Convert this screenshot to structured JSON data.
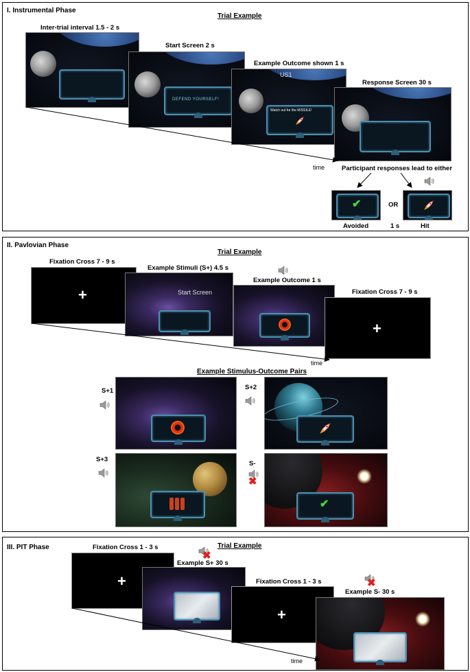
{
  "phase1": {
    "title": "I.  Instrumental Phase",
    "trial_title": "Trial Example",
    "screens": {
      "iti": "Inter-trial interval 1.5 - 2 s",
      "start": "Start Screen 2 s",
      "outcome": "Example Outcome shown 1 s",
      "response": "Response Screen 30 s"
    },
    "start_screen_text": "DEFEND YOURSELF!",
    "outcome_screen_text": "Watch out for the MISSILE!",
    "outcome_screen_header": "US1",
    "time_label": "time",
    "responses_label": "Participant responses lead to either",
    "avoided_label": "Avoided",
    "or_label": "OR",
    "hit_label": "Hit",
    "one_sec_label": "1 s"
  },
  "phase2": {
    "title": "II.  Pavlovian Phase",
    "trial_title": "Trial Example",
    "screens": {
      "fix1": "Fixation Cross 7 - 9 s",
      "stimuli": "Example Stimuli (S+) 4.5 s",
      "outcome": "Example Outcome 1 s",
      "fix2": "Fixation Cross 7 - 9 s"
    },
    "stimuli_screen_text": "Start Screen",
    "time_label": "time",
    "pairs_title": "Example Stimulus-Outcome Pairs",
    "pairs": [
      "S+1",
      "S+2",
      "S+3",
      "S-"
    ]
  },
  "phase3": {
    "title": "III.  PIT Phase",
    "trial_title": "Trial Example",
    "screens": {
      "fix1": "Fixation Cross 1 - 3 s",
      "splus": "Example S+ 30 s",
      "fix2": "Fixation Cross 1 - 3 s",
      "sminus": "Example S- 30 s"
    },
    "time_label": "time"
  },
  "fixation_symbol": "+",
  "cancel_symbol": "✖",
  "check_symbol": "✔",
  "colors": {
    "frame": "#4a8fb0",
    "check": "#3ddc3d",
    "cancel": "#e02020",
    "explosion": "#e03010"
  }
}
